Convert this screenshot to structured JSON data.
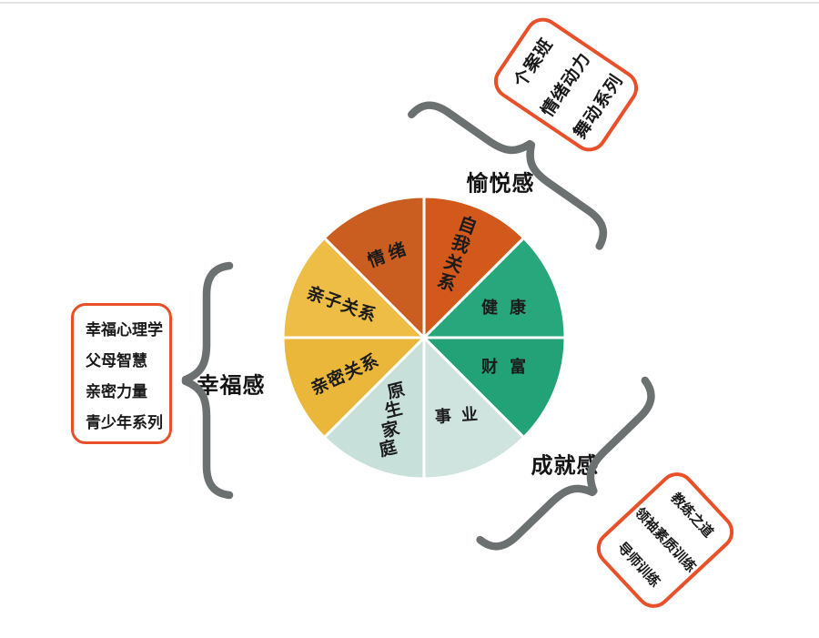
{
  "chart_data": {
    "type": "pie",
    "title": "",
    "start_angle_deg": -90,
    "direction": "clockwise",
    "legend": "none",
    "segments": [
      {
        "label": "自我关系",
        "value": 12.5,
        "color": "#d2591b"
      },
      {
        "label": "健康",
        "value": 12.5,
        "color": "#29a77c"
      },
      {
        "label": "财富",
        "value": 12.5,
        "color": "#22a276"
      },
      {
        "label": "事业",
        "value": 12.5,
        "color": "#cfe4df"
      },
      {
        "label": "原生家庭",
        "value": 12.5,
        "color": "#c8e0da"
      },
      {
        "label": "亲密关系",
        "value": 12.5,
        "color": "#eab73a"
      },
      {
        "label": "亲子关系",
        "value": 12.5,
        "color": "#eebd45"
      },
      {
        "label": "情绪",
        "value": 12.5,
        "color": "#c95e20"
      }
    ]
  },
  "annotations": [
    {
      "group_label": "愉悦感",
      "position": "top-right",
      "courses": [
        "个案班",
        "情绪动力",
        "舞动系列"
      ]
    },
    {
      "group_label": "幸福感",
      "position": "left",
      "courses": [
        "幸福心理学",
        "父母智慧",
        "亲密力量",
        "青少年系列"
      ]
    },
    {
      "group_label": "成就感",
      "position": "bottom-right",
      "courses": [
        "教练之道",
        "领袖素质训练",
        "导师训练"
      ]
    }
  ],
  "colors": {
    "box_border": "#e8502a",
    "brace": "#6b7070",
    "divider": "#ffffff",
    "text": "#1b1b1b",
    "top_edge": "#e4e4e8"
  }
}
